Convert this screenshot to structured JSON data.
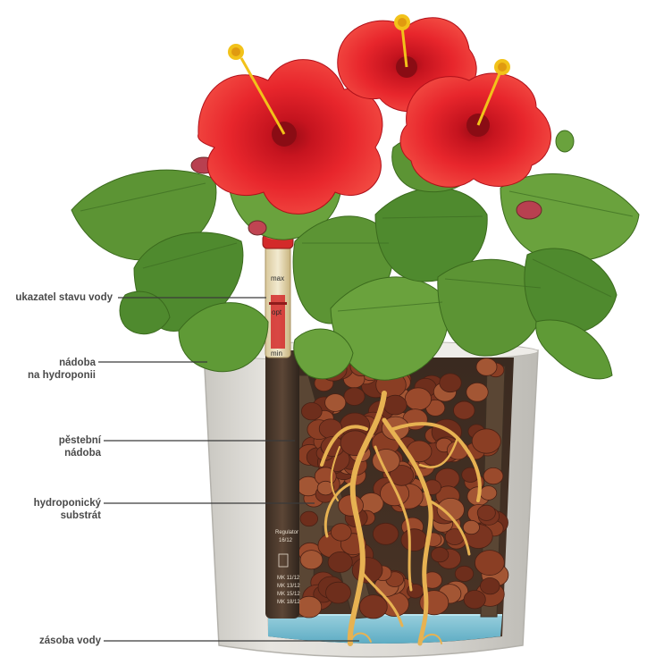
{
  "labels": {
    "water_indicator": "ukazatel stavu vody",
    "hydro_container_line1": "nádoba",
    "hydro_container_line2": "na hydroponii",
    "growing_pot_line1": "pěstební",
    "growing_pot_line2": "nádoba",
    "substrate_line1": "hydroponický",
    "substrate_line2": "substrát",
    "water_reserve": "zásoba vody"
  },
  "gauge": {
    "max": "max",
    "opt": "opt",
    "min": "min"
  },
  "regulator": {
    "line1": "Regulator",
    "line2": "16/12",
    "line3": "MK 11/12",
    "line4": "MK 13/12",
    "line5": "MK 15/12",
    "line6": "MK 18/12"
  },
  "colors": {
    "flower_red": "#e8262c",
    "flower_center": "#b0101a",
    "stamen_yellow": "#f2c21a",
    "leaf_green": "#4f8a2e",
    "leaf_light": "#74a845",
    "pot_grey": "#d9d7d1",
    "inner_pot_brown": "#5a4634",
    "clay_balls": "#8a3e24",
    "roots": "#e7b252",
    "water_blue": "#7ec7dc",
    "gauge_red": "#d32a2a"
  }
}
